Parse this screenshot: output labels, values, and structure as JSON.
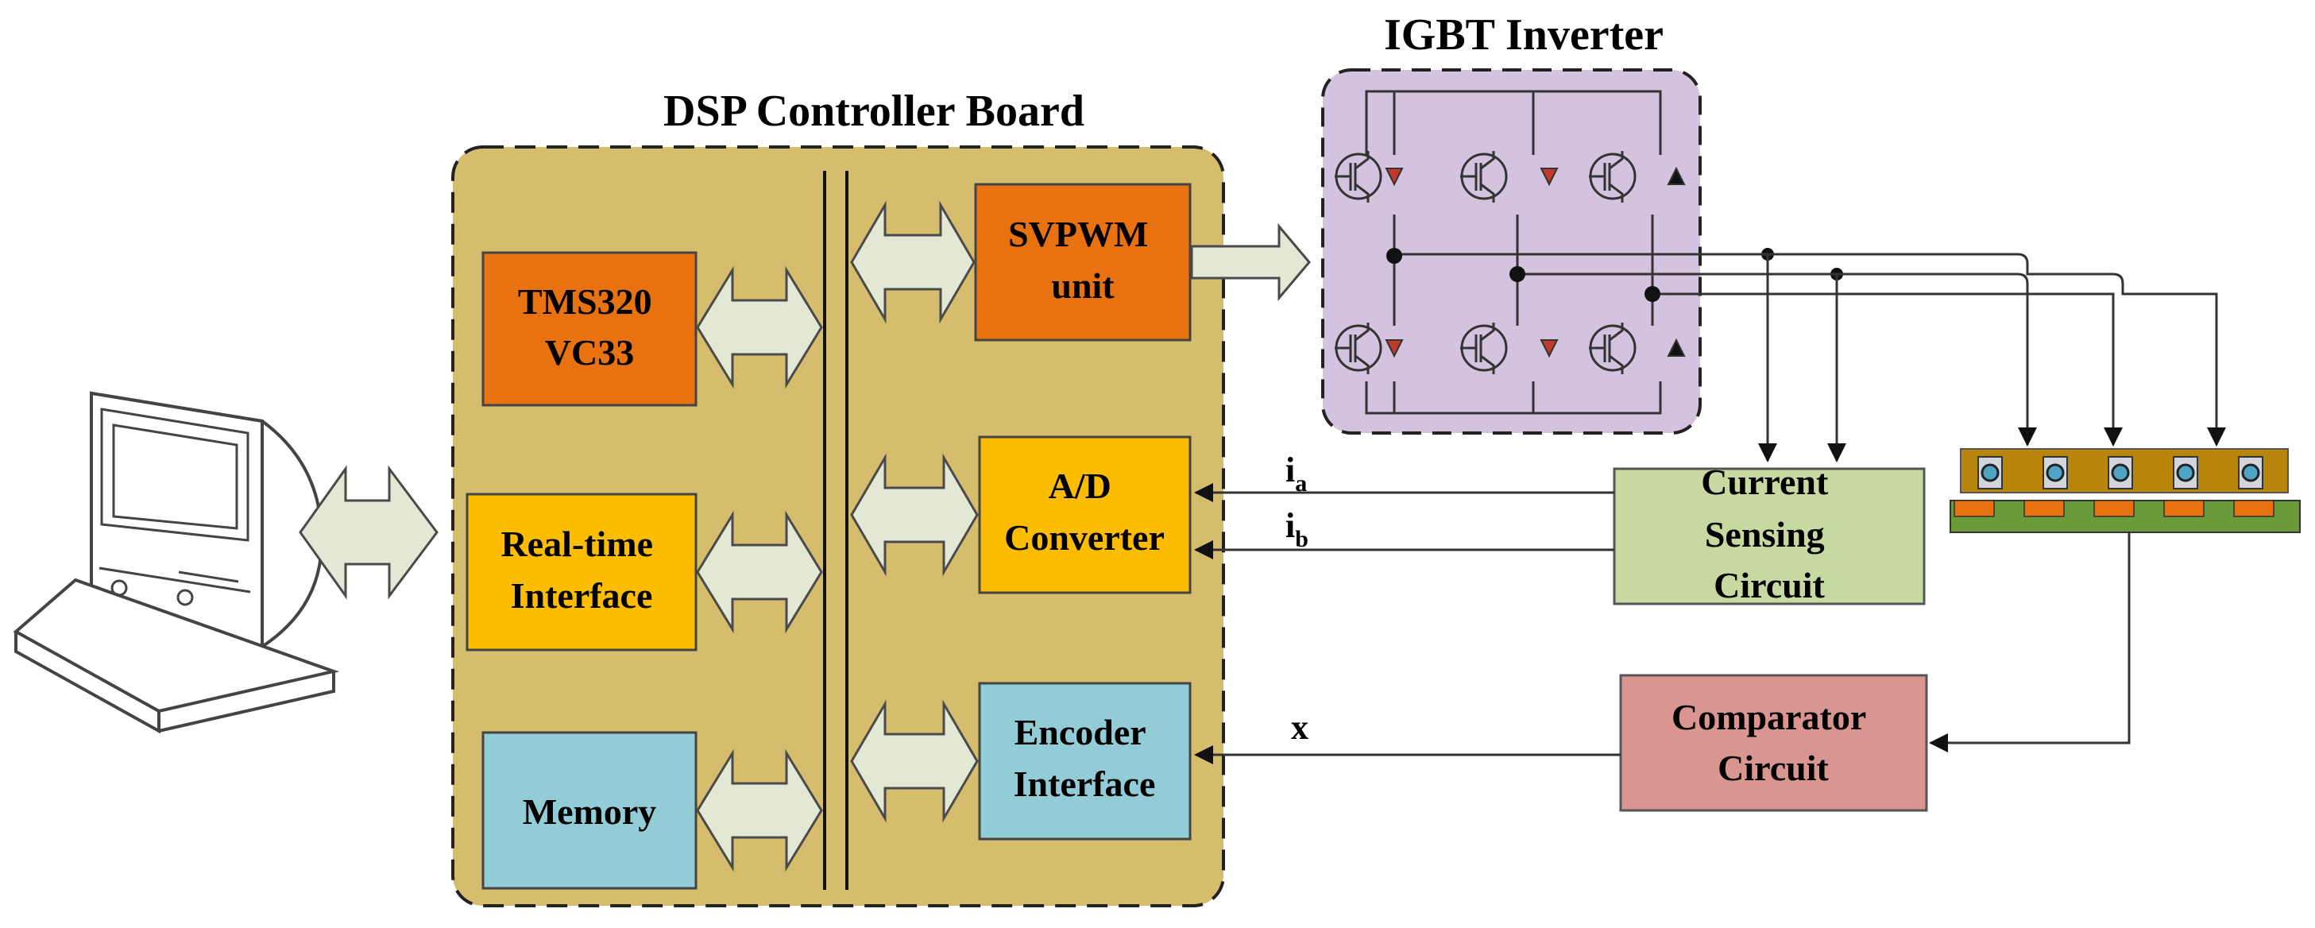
{
  "titles": {
    "dsp_board": "DSP Controller Board",
    "igbt_inverter": "IGBT Inverter"
  },
  "blocks": {
    "tms320": [
      "TMS320",
      "VC33"
    ],
    "realtime_interface": [
      "Real-time",
      "Interface"
    ],
    "memory": [
      "Memory"
    ],
    "svpwm": [
      "SVPWM",
      "unit"
    ],
    "ad_converter": [
      "A/D",
      "Converter"
    ],
    "encoder_interface": [
      "Encoder",
      "Interface"
    ],
    "current_sensing": [
      "Current",
      "Sensing",
      "Circuit"
    ],
    "comparator": [
      "Comparator",
      "Circuit"
    ]
  },
  "signals": {
    "ia": {
      "base": "i",
      "sub": "a"
    },
    "ib": {
      "base": "i",
      "sub": "b"
    },
    "x": "x"
  },
  "colors": {
    "board_fill": "#d6bd6e",
    "orange_block": "#e8720f",
    "yellow_block": "#fcbc00",
    "blue_block": "#92ccd6",
    "green_block": "#c5d9a0",
    "red_block": "#d99590",
    "inverter_fill": "#d3c3df",
    "arrow_fill": "#e3e8d5"
  }
}
